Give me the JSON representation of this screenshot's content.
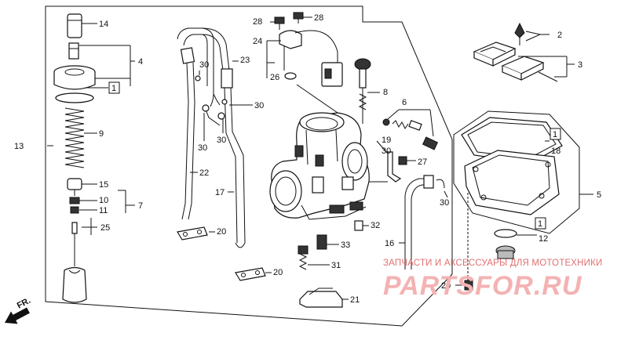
{
  "callouts": {
    "n1_boxed_a": "1",
    "n1_boxed_b": "1",
    "n1_boxed_c": "1",
    "n2": "2",
    "n3": "3",
    "n4": "4",
    "n5": "5",
    "n6": "6",
    "n7": "7",
    "n8": "8",
    "n9": "9",
    "n10": "10",
    "n11": "11",
    "n12": "12",
    "n13": "13",
    "n14": "14",
    "n15": "15",
    "n16": "16",
    "n17": "17",
    "n18": "18",
    "n19": "19",
    "n20a": "20",
    "n20b": "20",
    "n21": "21",
    "n22": "22",
    "n23": "23",
    "n24": "24",
    "n25": "25",
    "n26": "26",
    "n27": "27",
    "n28a": "28",
    "n28b": "28",
    "n29": "29",
    "n30a": "30",
    "n30b": "30",
    "n30c": "30",
    "n30d": "30",
    "n30e": "30",
    "n31": "31",
    "n32": "32",
    "n33": "33"
  },
  "direction_label": "FR.",
  "watermark": {
    "text": "ЗАПЧАСТИ И АКСЕССУАРЫ ДЛЯ МОТОТЕХНИКИ",
    "logo": "PARTSFOR.RU",
    "color": "#e07070"
  }
}
